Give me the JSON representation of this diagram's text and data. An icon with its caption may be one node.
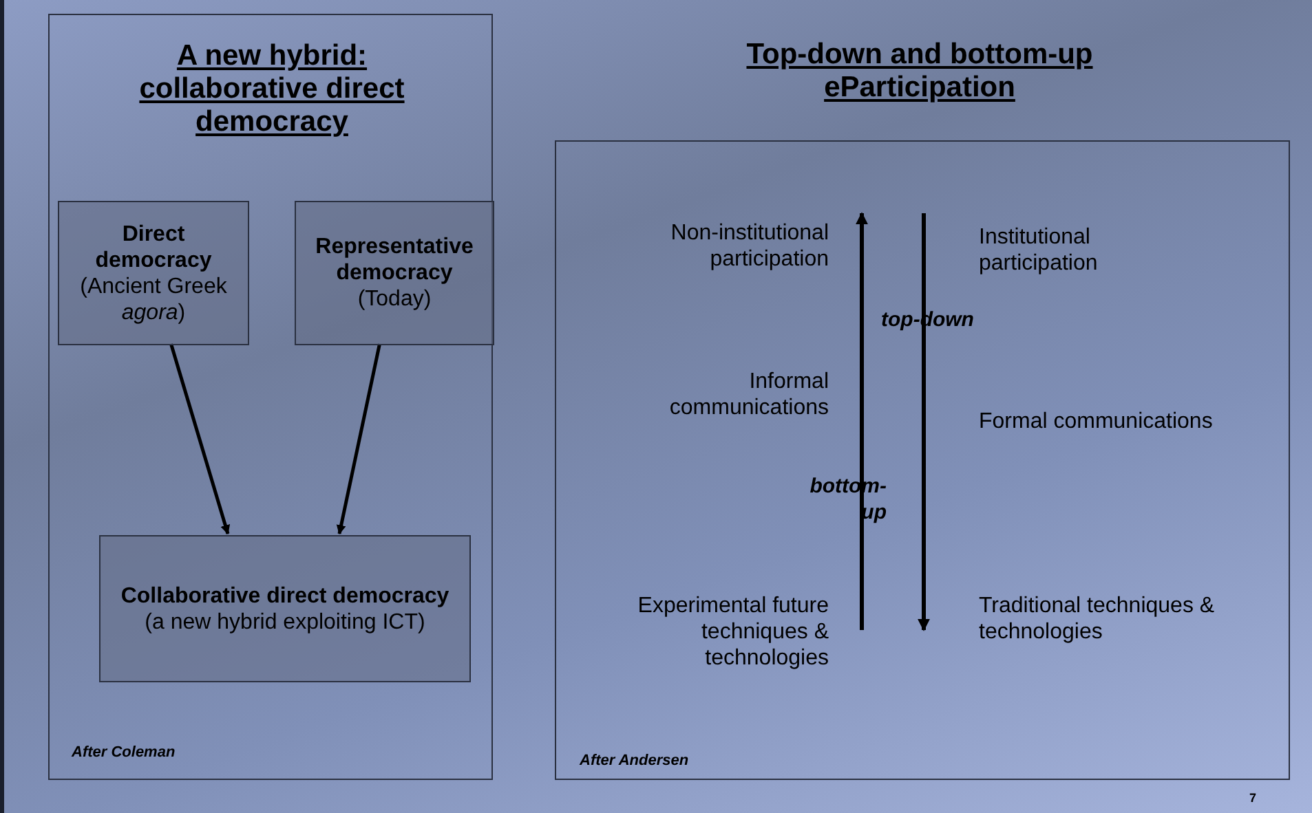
{
  "diagram": {
    "nodes": [
      {
        "text": [
          "A new hybrid: collaborative direct democracy",
          "After Coleman"
        ]
      },
      {
        "text": [
          "Direct democracy",
          "(Ancient Greek *agora*)"
        ],
        "in": 0
      },
      {
        "text": [
          "Representative democracy",
          "(Today)"
        ],
        "in": 0
      },
      {
        "text": [
          "Collaborative direct democracy",
          "(a new hybrid exploiting ICT)"
        ],
        "in": 0
      },
      {
        "text": [
          "Top-down and bottom-up eParticipation",
          "After Andersen"
        ]
      }
    ],
    "edges": [
      {
        "from": 1,
        "to": 3,
        "arrow": "to"
      },
      {
        "from": 2,
        "to": 3,
        "arrow": "to"
      }
    ],
    "labels": [
      "Non-institutional participation",
      "Institutional participation",
      "top-down",
      "Informal communications",
      "Formal communications",
      "bottom-up",
      "Experimental future techniques & technologies",
      "Traditional techniques & technologies",
      "7"
    ]
  }
}
